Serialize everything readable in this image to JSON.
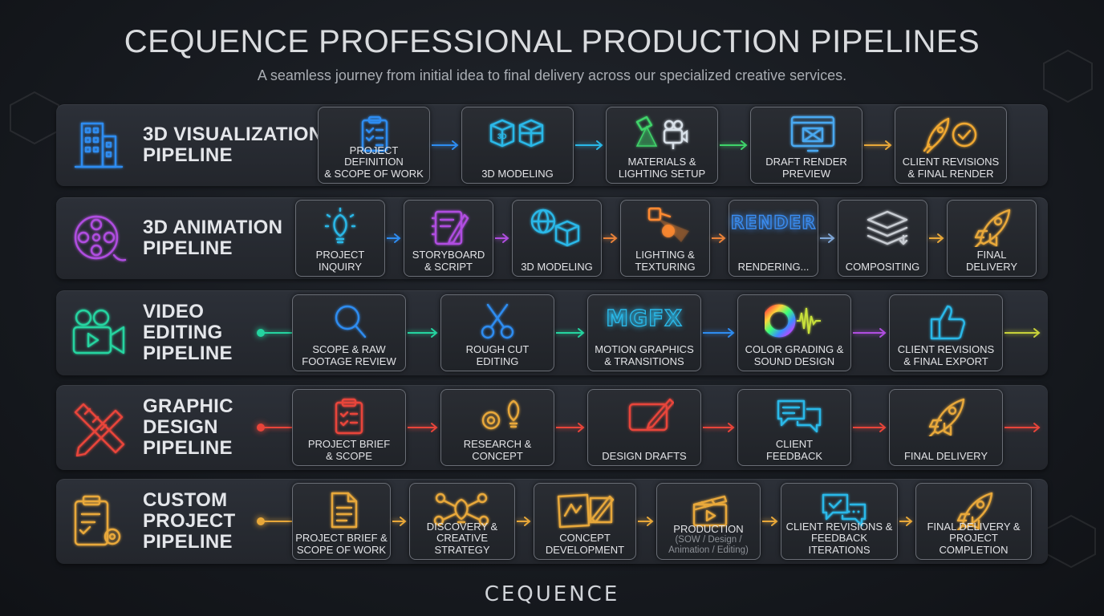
{
  "header": {
    "title": "CEQUENCE PROFESSIONAL PRODUCTION PIPELINES",
    "subtitle": "A seamless journey from initial idea to final delivery across our specialized creative services."
  },
  "pipelines": [
    {
      "label": [
        "3D VISUALIZATION",
        "PIPELINE"
      ],
      "icon": "building-icon",
      "color": "#2e8cf0",
      "steps": [
        {
          "lines": [
            "PROJECT DEFINITION",
            "& SCOPE OF WORK"
          ],
          "icon": "clipboard-checklist-icon"
        },
        {
          "lines": [
            "3D MODELING"
          ],
          "icon": "3d-cubes-icon"
        },
        {
          "lines": [
            "MATERIALS &",
            "LIGHTING SETUP"
          ],
          "icon": "spotlight-camera-icon"
        },
        {
          "lines": [
            "DRAFT RENDER",
            "PREVIEW"
          ],
          "icon": "monitor-preview-icon"
        },
        {
          "lines": [
            "CLIENT REVISIONS",
            "& FINAL RENDER"
          ],
          "icon": "rocket-check-icon"
        }
      ],
      "arrow_colors": [
        "#2e8cf0",
        "#2ab8e8",
        "#3fd36a",
        "#e8a83a"
      ]
    },
    {
      "label": [
        "3D ANIMATION",
        "PIPELINE"
      ],
      "icon": "film-reel-icon",
      "color": "#b04ee0",
      "steps": [
        {
          "lines": [
            "PROJECT",
            "INQUIRY"
          ],
          "icon": "lightbulb-icon"
        },
        {
          "lines": [
            "STORYBOARD",
            "& SCRIPT"
          ],
          "icon": "storyboard-pen-icon"
        },
        {
          "lines": [
            "3D MODELING"
          ],
          "icon": "globe-cube-icon"
        },
        {
          "lines": [
            "LIGHTING &",
            "TEXTURING"
          ],
          "icon": "spotlight-icon"
        },
        {
          "lines": [
            "RENDERING..."
          ],
          "icon": "render-text-icon",
          "badge": "RENDER"
        },
        {
          "lines": [
            "COMPOSITING"
          ],
          "icon": "layers-icon"
        },
        {
          "lines": [
            "FINAL",
            "DELIVERY"
          ],
          "icon": "rocket-icon"
        }
      ],
      "arrow_colors": [
        "#2e8cf0",
        "#b04ee0",
        "#e8823a",
        "#e8823a",
        "#7fa6d6",
        "#e8a83a"
      ]
    },
    {
      "label": [
        "VIDEO",
        "EDITING",
        "PIPELINE"
      ],
      "icon": "video-camera-icon",
      "color": "#25d4a0",
      "steps": [
        {
          "lines": [
            "SCOPE & RAW",
            "FOOTAGE REVIEW"
          ],
          "icon": "magnifier-icon"
        },
        {
          "lines": [
            "ROUGH CUT",
            "EDITING"
          ],
          "icon": "scissors-icon"
        },
        {
          "lines": [
            "MOTION GRAPHICS",
            "& TRANSITIONS"
          ],
          "icon": "mgfx-text-icon",
          "badge": "MGFX"
        },
        {
          "lines": [
            "COLOR GRADING &",
            "SOUND DESIGN"
          ],
          "icon": "color-wheel-waveform-icon"
        },
        {
          "lines": [
            "CLIENT REVISIONS",
            "& FINAL EXPORT"
          ],
          "icon": "thumbs-up-icon"
        }
      ],
      "arrow_colors": [
        "#25d4a0",
        "#25d4a0",
        "#2e8cf0",
        "#b04ee0",
        "#c8d23a",
        "#25c8d4"
      ]
    },
    {
      "label": [
        "GRAPHIC",
        "DESIGN",
        "PIPELINE"
      ],
      "icon": "pencil-ruler-icon",
      "color": "#e8453a",
      "steps": [
        {
          "lines": [
            "PROJECT BRIEF",
            "& SCOPE"
          ],
          "icon": "clipboard-icon"
        },
        {
          "lines": [
            "RESEARCH &",
            "CONCEPT"
          ],
          "icon": "gear-bulb-icon"
        },
        {
          "lines": [
            "DESIGN DRAFTS"
          ],
          "icon": "tablet-pen-icon"
        },
        {
          "lines": [
            "CLIENT",
            "FEEDBACK"
          ],
          "icon": "chat-bubbles-icon"
        },
        {
          "lines": [
            "FINAL DELIVERY"
          ],
          "icon": "rocket-icon"
        }
      ],
      "arrow_colors": [
        "#e8453a",
        "#e8453a",
        "#e8453a",
        "#e8453a",
        "#e8453a",
        "#e8823a"
      ]
    },
    {
      "label": [
        "CUSTOM",
        "PROJECT",
        "PIPELINE"
      ],
      "icon": "clipboard-gear-icon",
      "color": "#e8a83a",
      "steps": [
        {
          "lines": [
            "PROJECT BRIEF &",
            "SCOPE OF WORK"
          ],
          "icon": "document-icon"
        },
        {
          "lines": [
            "DISCOVERY &",
            "CREATIVE STRATEGY"
          ],
          "icon": "bulb-network-icon"
        },
        {
          "lines": [
            "CONCEPT",
            "DEVELOPMENT"
          ],
          "icon": "sketch-pen-icon"
        },
        {
          "lines": [
            "PRODUCTION"
          ],
          "sub": [
            "(SOW / Design /",
            "Animation / Editing)"
          ],
          "icon": "clapperboard-icon"
        },
        {
          "lines": [
            "CLIENT REVISIONS &",
            "FEEDBACK ITERATIONS"
          ],
          "icon": "chat-check-icon"
        },
        {
          "lines": [
            "FINAL DELIVERY &",
            "PROJECT COMPLETION"
          ],
          "icon": "rocket-icon"
        }
      ],
      "arrow_colors": [
        "#e8a83a",
        "#e8a83a",
        "#e8a83a",
        "#e8a83a",
        "#e8a83a",
        "#e8a83a"
      ]
    }
  ],
  "footer": {
    "logo": "CEQUENCE"
  }
}
